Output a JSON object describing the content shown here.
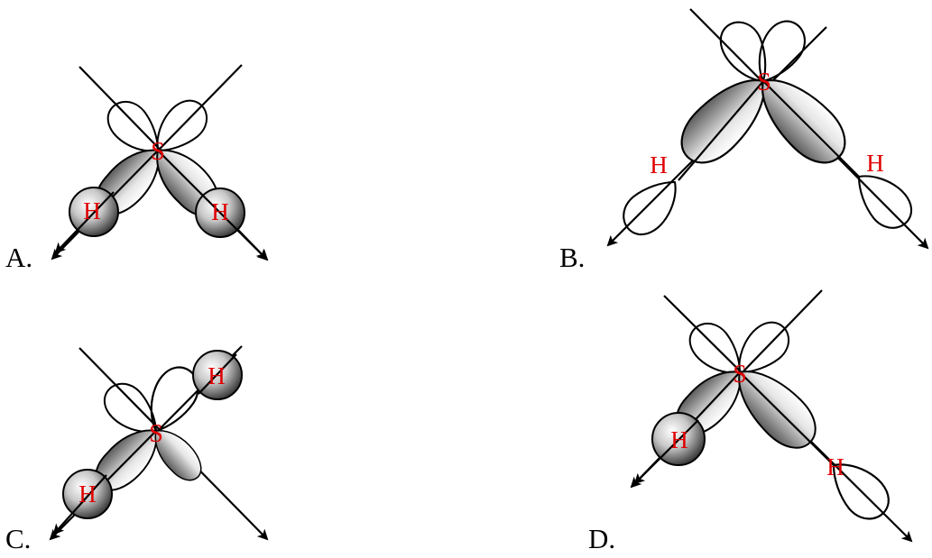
{
  "panels": [
    {
      "id": "A",
      "label": "A.",
      "sulfur": "S",
      "hydrogen_left": "H",
      "hydrogen_right": "H"
    },
    {
      "id": "B",
      "label": "B.",
      "sulfur": "S",
      "hydrogen_left": "H",
      "hydrogen_right": "H"
    },
    {
      "id": "C",
      "label": "C.",
      "sulfur": "S",
      "hydrogen_upper": "H",
      "hydrogen_lower": "H"
    },
    {
      "id": "D",
      "label": "D.",
      "sulfur": "S",
      "hydrogen_left": "H",
      "hydrogen_right": "H"
    }
  ],
  "colors": {
    "atom_label": "#e00000",
    "outline": "#000000",
    "lobe_light": "#ffffff",
    "lobe_dark": "#4a4a4a"
  }
}
